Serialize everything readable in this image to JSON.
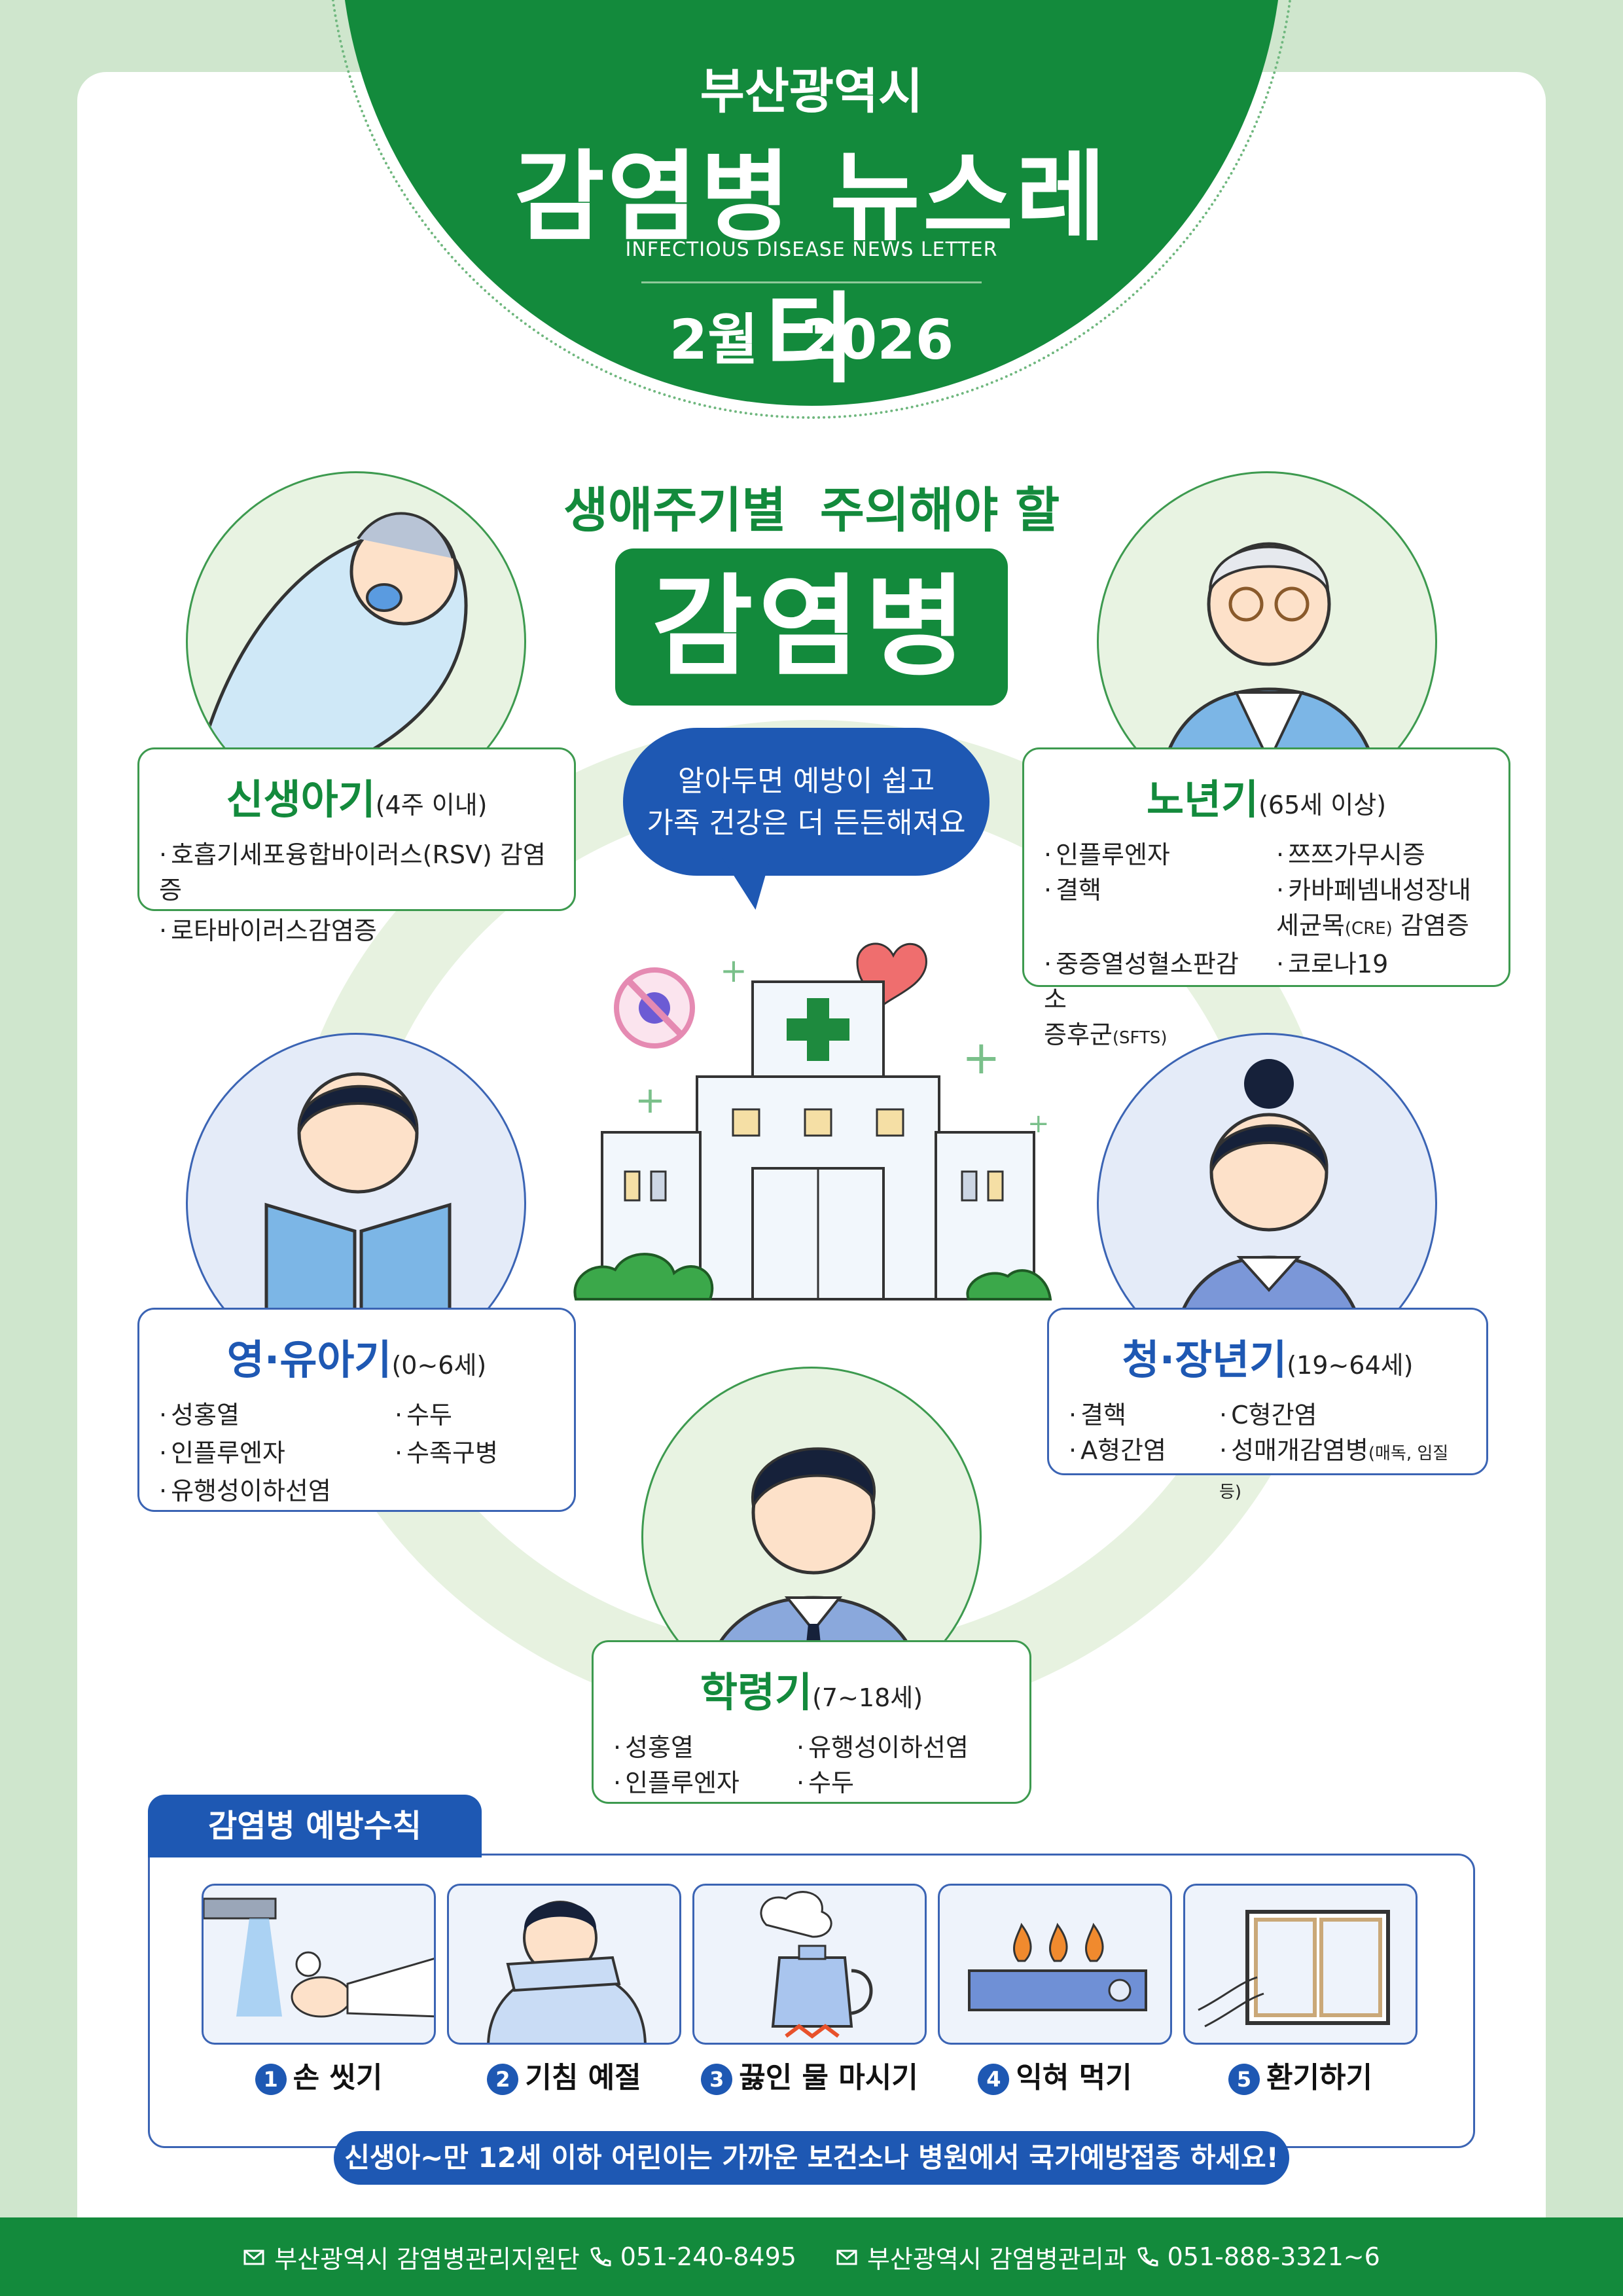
{
  "header": {
    "city": "부산광역시",
    "title": "감염병 뉴스레터",
    "subtitle": "INFECTIOUS DISEASE NEWS LETTER",
    "month": "2월",
    "year": "2026"
  },
  "headline": {
    "lifecycle": "생애주기별  주의해야 할",
    "disease": "감염병"
  },
  "speech_bubble": {
    "line1": "알아두면 예방이 쉽고",
    "line2": "가족 건강은 더 든든해져요"
  },
  "stages": {
    "newborn": {
      "title": "신생아기",
      "range": "(4주 이내)",
      "items": [
        "호흡기세포융합바이러스(RSV) 감염증",
        "로타바이러스감염증"
      ]
    },
    "elderly": {
      "title": "노년기",
      "range": "(65세 이상)",
      "items": [
        "인플루엔자",
        "쯔쯔가무시증",
        "결핵",
        "카바페넴내성장내",
        "세균목",
        "(CRE)",
        "감염증",
        "중증열성혈소판감소",
        "증후군",
        "(SFTS)",
        "코로나19"
      ]
    },
    "infant": {
      "title": "영·유아기",
      "range": "(0~6세)",
      "items": [
        "성홍열",
        "수두",
        "인플루엔자",
        "수족구병",
        "유행성이하선염"
      ]
    },
    "adult": {
      "title": "청·장년기",
      "range": "(19~64세)",
      "items": [
        "결핵",
        "C형간염",
        "A형간염",
        "성매개감염병",
        "(매독, 임질 등)"
      ]
    },
    "school": {
      "title": "학령기",
      "range": "(7~18세)",
      "items": [
        "성홍열",
        "유행성이하선염",
        "인플루엔자",
        "수두"
      ]
    }
  },
  "prevention": {
    "title": "감염병 예방수칙",
    "rules": [
      {
        "num": "1",
        "label": "손 씻기"
      },
      {
        "num": "2",
        "label": "기침 예절"
      },
      {
        "num": "3",
        "label": "끓인 물 마시기"
      },
      {
        "num": "4",
        "label": "익혀 먹기"
      },
      {
        "num": "5",
        "label": "환기하기"
      }
    ],
    "notice": "신생아~만 12세 이하 어린이는 가까운 보건소나 병원에서 국가예방접종 하세요!"
  },
  "footer": {
    "org1": "부산광역시 감염병관리지원단",
    "phone1": "051-240-8495",
    "org2": "부산광역시 감염병관리과",
    "phone2": "051-888-3321~6"
  },
  "colors": {
    "primary_green": "#138a3c",
    "primary_blue": "#1e58b3",
    "background_green": "#cfe6cd"
  },
  "icons": [
    "hand-wash-icon",
    "cough-etiquette-icon",
    "kettle-icon",
    "stove-icon",
    "window-icon",
    "hospital-icon",
    "virus-icon",
    "heart-icon",
    "mail-icon",
    "phone-icon"
  ]
}
